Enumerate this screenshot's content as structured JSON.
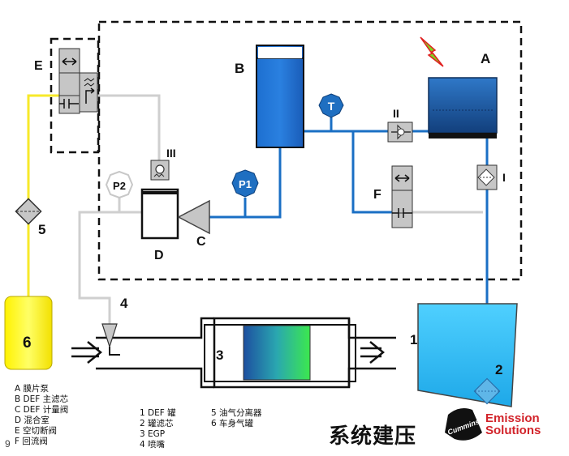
{
  "labels": {
    "A": "A",
    "B": "B",
    "C": "C",
    "D": "D",
    "E": "E",
    "F": "F",
    "P1": "P1",
    "P2": "P2",
    "T": "T",
    "roman2": "II",
    "roman3": "III",
    "roman1": "I",
    "n1": "1",
    "n2": "2",
    "n3": "3",
    "n4": "4",
    "n5": "5",
    "n6": "6"
  },
  "legend_left": [
    "A  膜片泵",
    "B  DEF 主滤芯",
    "C  DEF 计量阀",
    "D  混合室",
    "E  空切断阀",
    "F  回流阀"
  ],
  "legend_mid": [
    "1  DEF 罐",
    "2  罐滤芯",
    "3  EGP",
    "4  喷嘴"
  ],
  "legend_right": [
    "5  油气分离器",
    "6  车身气罐"
  ],
  "title": "系统建压",
  "page_number": "9",
  "brand": {
    "logo_text": "Cummins",
    "line1": "Emission",
    "line2": "Solutions"
  },
  "colors": {
    "def_line": "#1a6fc4",
    "air_line": "#f7e92a",
    "return_line": "#d0d0d0",
    "tank_fill": "#3bbcf0",
    "air_tank_fill": "#fff200",
    "pump_fill": "#1e5fa8",
    "filter_fill": "#1f63b5",
    "gauge_blue": "#1f6fc1"
  }
}
